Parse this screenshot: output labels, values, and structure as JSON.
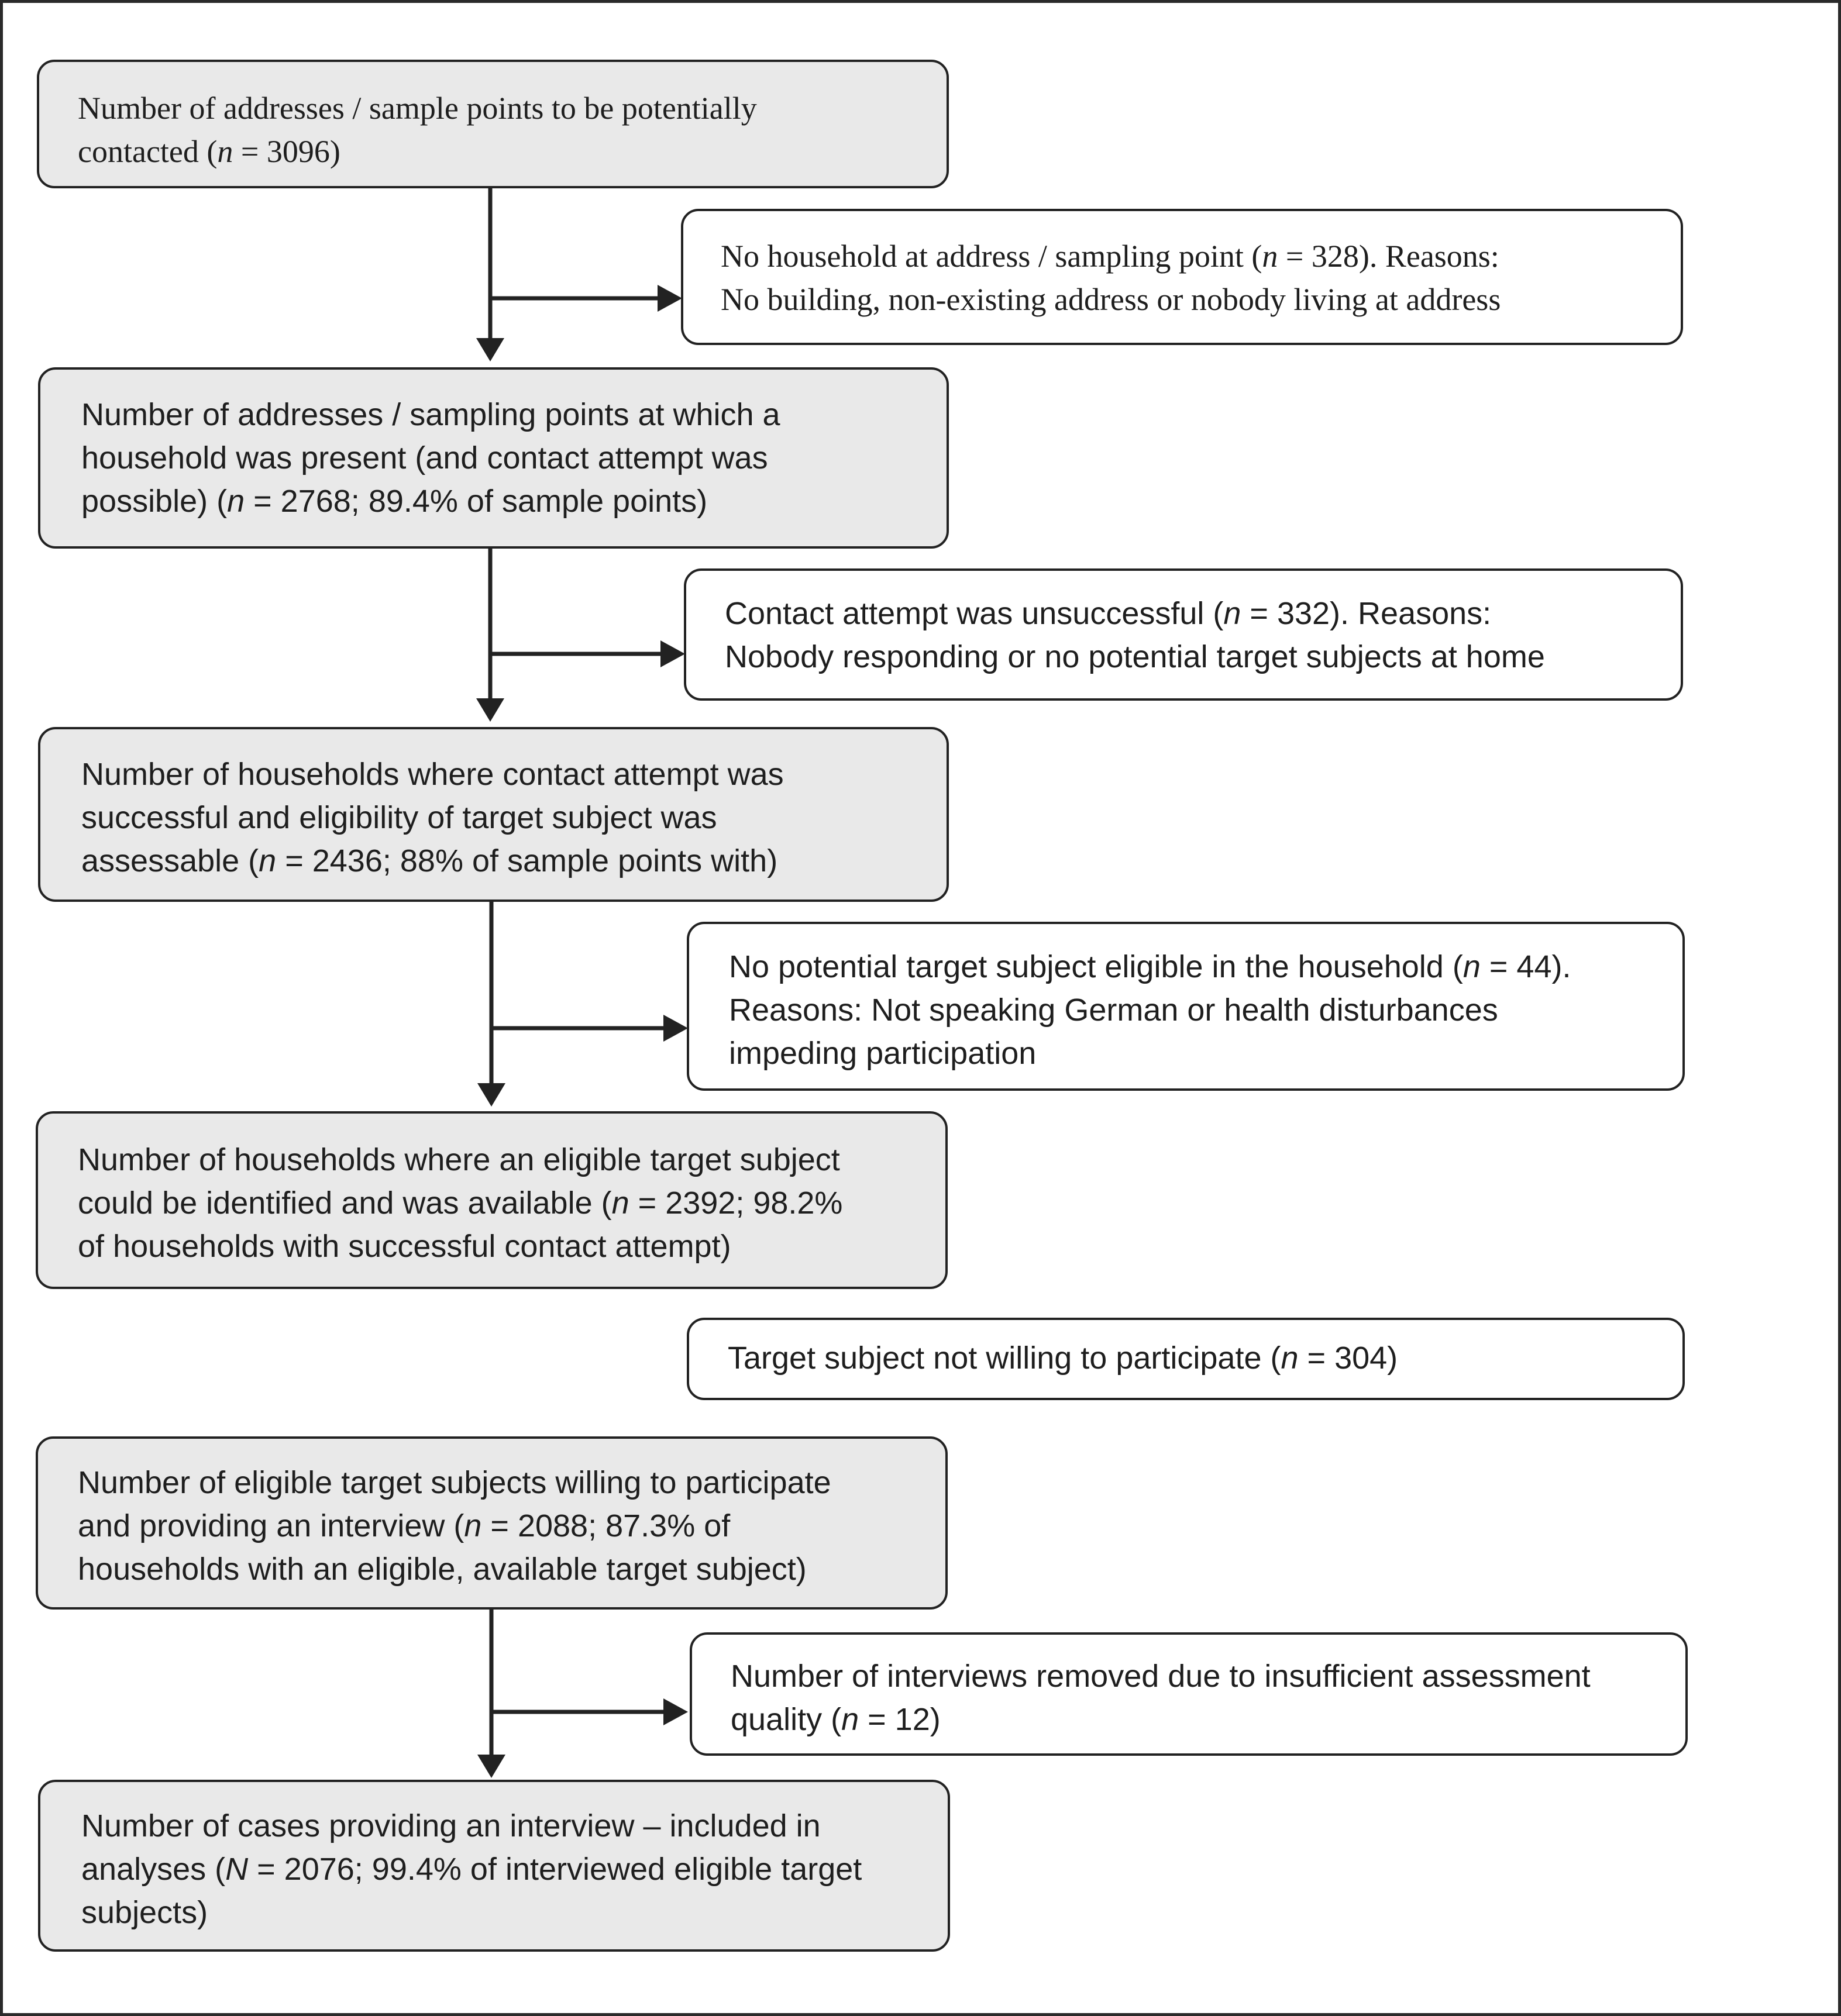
{
  "diagram": {
    "main_boxes": [
      {
        "id": "m1",
        "segments": [
          [
            "Number of addresses / sample points to be potentially",
            "contacted (",
            "n",
            " = 3096)"
          ]
        ]
      },
      {
        "id": "m2",
        "segments": [
          [
            "Number of addresses / sampling points at which a",
            "household was present (and contact attempt was",
            "possible) (",
            "n",
            " = 2768; 89.4% of sample points)"
          ]
        ]
      },
      {
        "id": "m3",
        "segments": [
          [
            "Number of households where contact attempt was",
            "successful and eligibility of target subject was",
            "assessable (",
            "n",
            " = 2436; 88% of sample points with)"
          ]
        ]
      },
      {
        "id": "m4",
        "segments": [
          [
            "Number of households where an eligible target subject",
            "could be identified and was available (",
            "n",
            " = 2392; 98.2%",
            "of households with successful contact attempt)"
          ]
        ]
      },
      {
        "id": "m5",
        "segments": [
          [
            "Number of eligible target subjects willing to participate",
            "and providing an interview (",
            "n",
            " = 2088; 87.3% of",
            "households with an eligible, available target subject)"
          ]
        ]
      },
      {
        "id": "m6",
        "segments": [
          [
            "Number of cases providing an interview – included in",
            "analyses (",
            "N",
            " = 2076; 99.4% of interviewed eligible target",
            "subjects)"
          ]
        ]
      }
    ],
    "side_boxes": [
      {
        "id": "s1",
        "segments": [
          [
            "No household at address / sampling point (",
            "n",
            " = 328). Reasons:",
            "No building, non-existing address or nobody living at address"
          ]
        ]
      },
      {
        "id": "s2",
        "segments": [
          [
            "Contact attempt was unsuccessful (",
            "n",
            " = 332). Reasons:",
            "Nobody responding or no potential target subjects at home"
          ]
        ]
      },
      {
        "id": "s3",
        "segments": [
          [
            "No potential target subject eligible in the household (",
            "n",
            " = 44).",
            "Reasons: Not speaking German or health disturbances",
            "impeding participation"
          ]
        ]
      },
      {
        "id": "s4",
        "segments": [
          [
            "Target subject not willing to participate (",
            "n",
            " = 304)"
          ]
        ]
      },
      {
        "id": "s5",
        "segments": [
          [
            "Number of interviews removed due to insufficient assessment",
            "quality (",
            "n",
            " = 12)"
          ]
        ]
      }
    ],
    "lines": {
      "m1_l1": "Number of addresses / sample points to be potentially",
      "m1_l2a": "contacted (",
      "m1_l2n": "n",
      "m1_l2b": " = 3096)",
      "s1_l1a": "No household at address / sampling point (",
      "s1_l1n": "n",
      "s1_l1b": " = 328). Reasons:",
      "s1_l2": "No building, non-existing address or nobody living at address",
      "m2_l1": "Number of addresses / sampling points at which a",
      "m2_l2": "household was present (and contact attempt was",
      "m2_l3a": "possible) (",
      "m2_l3n": "n",
      "m2_l3b": " = 2768; 89.4% of sample points)",
      "s2_l1a": "Contact attempt was unsuccessful (",
      "s2_l1n": "n",
      "s2_l1b": " = 332). Reasons:",
      "s2_l2": "Nobody responding or no potential target subjects at home",
      "m3_l1": "Number of households where contact attempt was",
      "m3_l2": "successful and eligibility of target subject was",
      "m3_l3a": "assessable (",
      "m3_l3n": "n",
      "m3_l3b": " = 2436; 88% of sample points with)",
      "s3_l1a": "No potential target subject eligible in the household (",
      "s3_l1n": "n",
      "s3_l1b": " = 44).",
      "s3_l2": "Reasons: Not speaking German or health disturbances",
      "s3_l3": "impeding participation",
      "m4_l1": "Number of households where an eligible target subject",
      "m4_l2a": "could be identified and was available (",
      "m4_l2n": "n",
      "m4_l2b": " = 2392; 98.2%",
      "m4_l3": "of households with successful contact attempt)",
      "s4_l1a": "Target subject not willing to participate (",
      "s4_l1n": "n",
      "s4_l1b": " = 304)",
      "m5_l1": "Number of eligible target subjects willing to participate",
      "m5_l2a": "and providing an interview (",
      "m5_l2n": "n",
      "m5_l2b": " = 2088; 87.3% of",
      "m5_l3": "households with an eligible, available target subject)",
      "s5_l1": "Number of interviews removed due to insufficient assessment",
      "s5_l2a": "quality (",
      "s5_l2n": "n",
      "s5_l2b": " = 12)",
      "m6_l1": "Number of cases providing an interview – included in",
      "m6_l2a": "analyses (",
      "m6_l2n": "N",
      "m6_l2b": " = 2076; 99.4% of interviewed eligible target",
      "m6_l3": "subjects)"
    },
    "colors": {
      "main_box_fill": "#e9e9e9",
      "side_box_fill": "#ffffff",
      "stroke": "#222222",
      "text": "#1e1e1e"
    }
  }
}
